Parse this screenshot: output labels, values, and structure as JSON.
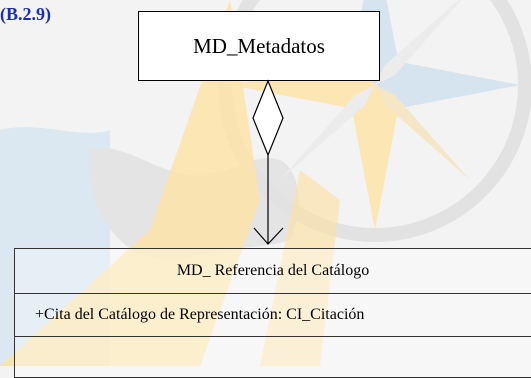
{
  "section_ref": "(B.2.9)",
  "metadatos_box": {
    "label": "MD_Metadatos"
  },
  "catalog_class": {
    "name": "MD_ Referencia del Catálogo",
    "attributes": [
      "+Cita del Catálogo de Representación: CI_Citación"
    ]
  },
  "colors": {
    "section_ref": "#1a2fb8",
    "watermark_yellow": "#fbe3a8",
    "watermark_blue": "#cfe0ee",
    "watermark_gray": "#dcdcdc"
  }
}
